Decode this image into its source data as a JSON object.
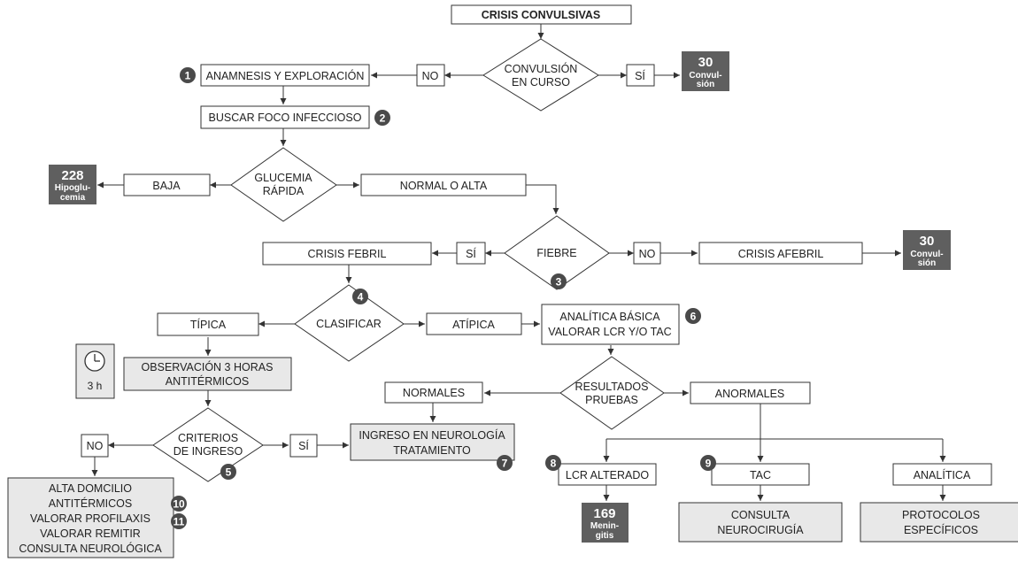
{
  "title": "CRISIS CONVULSIVAS",
  "nodes": {
    "convulsion_en_curso": [
      "CONVULSIÓN",
      "EN CURSO"
    ],
    "no_1": "NO",
    "si_1": "SÍ",
    "anamnesis": "ANAMNESIS Y EXPLORACIÓN",
    "buscar_foco": "BUSCAR FOCO INFECCIOSO",
    "glucemia": [
      "GLUCEMIA",
      "RÁPIDA"
    ],
    "baja": "BAJA",
    "normal_o_alta": "NORMAL O ALTA",
    "fiebre": "FIEBRE",
    "si_2": "SÍ",
    "no_2": "NO",
    "crisis_febril": "CRISIS FEBRIL",
    "crisis_afebril": "CRISIS AFEBRIL",
    "clasificar": "CLASIFICAR",
    "tipica": "TÍPICA",
    "atipica": "ATÍPICA",
    "analitica_basica": [
      "ANALÍTICA BÁSICA",
      "VALORAR LCR Y/O TAC"
    ],
    "observacion": [
      "OBSERVACIÓN 3 HORAS",
      "ANTITÉRMICOS"
    ],
    "clock_label": "3 h",
    "resultados": [
      "RESULTADOS",
      "PRUEBAS"
    ],
    "normales": "NORMALES",
    "anormales": "ANORMALES",
    "criterios": [
      "CRITERIOS",
      "DE INGRESO"
    ],
    "no_3": "NO",
    "si_3": "SÍ",
    "ingreso": [
      "INGRESO EN NEUROLOGÍA",
      "TRATAMIENTO"
    ],
    "alta": [
      "ALTA DOMCILIO",
      "ANTITÉRMICOS",
      "VALORAR PROFILAXIS",
      "VALORAR REMITIR",
      "CONSULTA NEUROLÓGICA"
    ],
    "lcr_alterado": "LCR ALTERADO",
    "tac": "TAC",
    "analitica": "ANALÍTICA",
    "consulta_neuro": [
      "CONSULTA",
      "NEUROCIRUGÍA"
    ],
    "protocolos": [
      "PROTOCOLOS",
      "ESPECÍFICOS"
    ]
  },
  "references": {
    "convulsion_1": {
      "number": "30",
      "text": [
        "Convul-",
        "sión"
      ]
    },
    "hipoglucemia": {
      "number": "228",
      "text": [
        "Hipoglu-",
        "cemia"
      ]
    },
    "convulsion_2": {
      "number": "30",
      "text": [
        "Convul-",
        "sión"
      ]
    },
    "meningitis": {
      "number": "169",
      "text": [
        "Menin-",
        "gitis"
      ]
    }
  },
  "steps": [
    "1",
    "2",
    "3",
    "4",
    "5",
    "6",
    "7",
    "8",
    "9",
    "10",
    "11"
  ],
  "colors": {
    "ref_box": "#5f5f5f",
    "shaded_box": "#e8e8e8",
    "step_circle": "#4a4a4a",
    "line": "#333333"
  }
}
